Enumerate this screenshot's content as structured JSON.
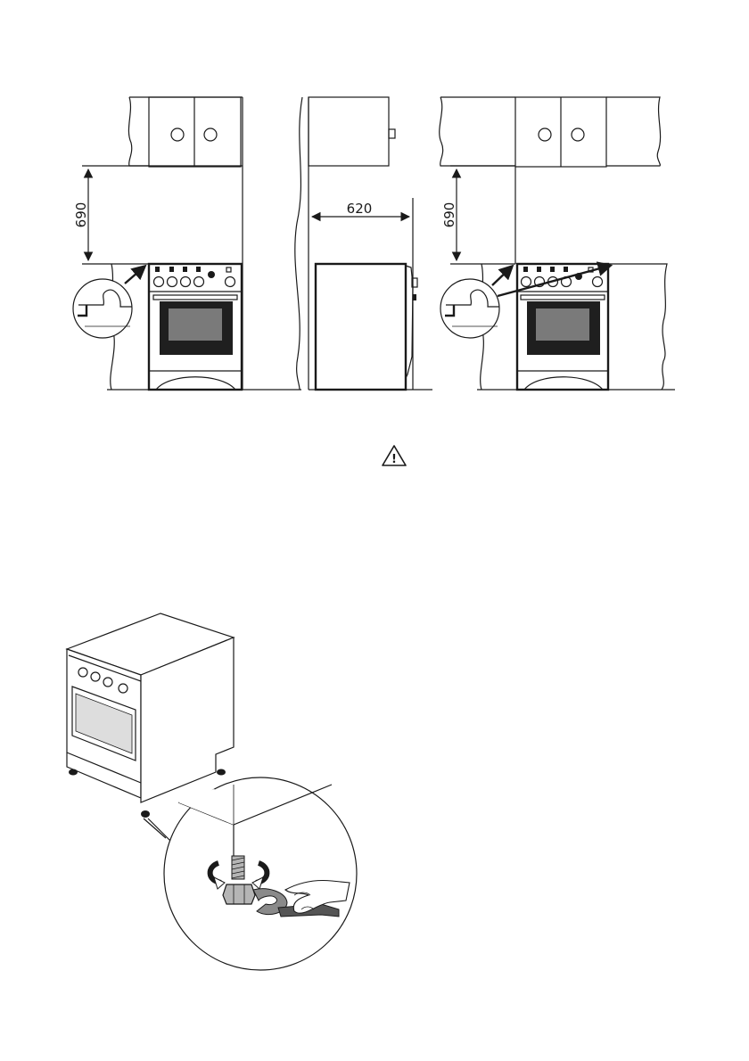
{
  "dimensions": {
    "left_height": "690",
    "side_depth": "620",
    "right_height": "690"
  },
  "warning": {
    "icon": "warning-triangle-icon",
    "symbol": "!"
  },
  "colors": {
    "line": "#1a1a1a",
    "oven_window": "#7a7a7a",
    "oven_frame": "#1f1f1f",
    "shade": "#b5b5b5"
  }
}
